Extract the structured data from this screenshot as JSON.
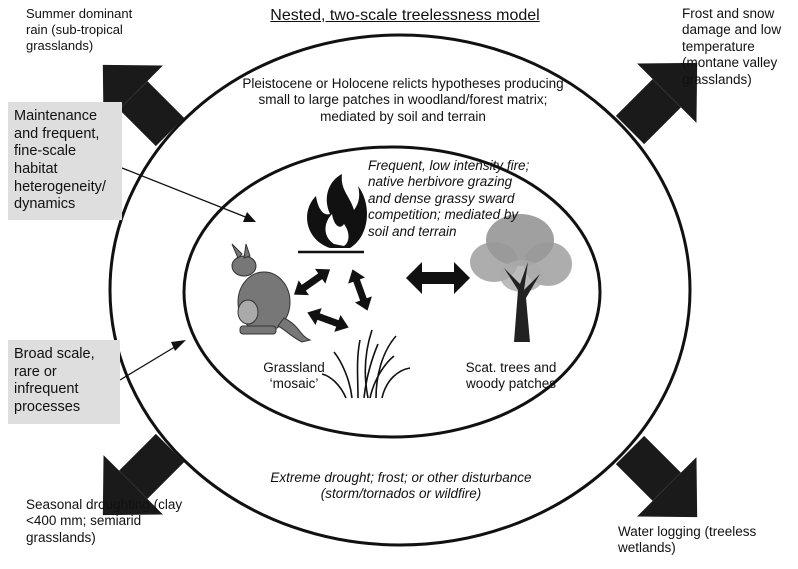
{
  "title": "Nested, two-scale treelessness model",
  "corners": {
    "top_left": "Summer dominant rain (sub-tropical grasslands)",
    "top_right": "Frost and snow damage and low temperature (montane valley grasslands)",
    "bottom_left": "Seasonal droughting (clay <400 mm; semiarid grasslands)",
    "bottom_right": "Water logging (treeless wetlands)"
  },
  "side_boxes": {
    "fine": "Maintenance and frequent, fine-scale habitat heterogeneity/ dynamics",
    "broad": "Broad scale, rare or infrequent processes"
  },
  "outer_ring": {
    "top": "Pleistocene or Holocene relicts hypotheses producing small to large patches in woodland/forest matrix; mediated by soil and terrain",
    "bottom": "Extreme drought; frost; or other disturbance (storm/tornados or wildfire)"
  },
  "inner": {
    "processes": "Frequent, low intensity fire; native herbivore grazing and dense grassy sward competition; mediated by soil and terrain",
    "grassland": "Grassland ‘mosaic’",
    "trees": "Scat. trees and woody patches"
  },
  "icons": [
    "fire-icon",
    "kangaroo-icon",
    "grass-icon",
    "tree-icon"
  ],
  "colors": {
    "arrow": "#1a1a1a",
    "box": "#dedede",
    "ink": "#111111"
  }
}
